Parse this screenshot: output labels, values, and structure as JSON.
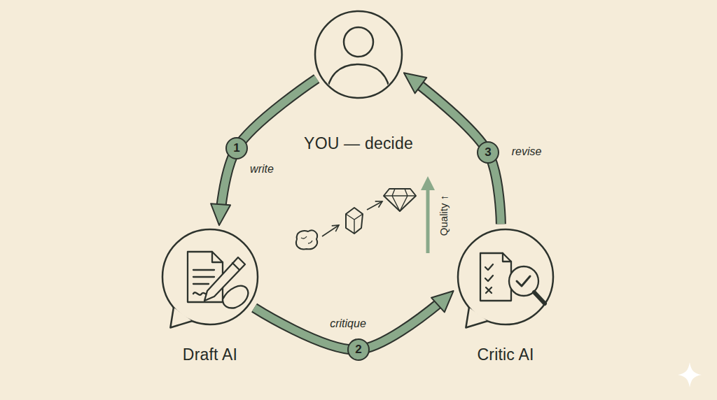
{
  "diagram": {
    "nodes": [
      {
        "text": [
          "YOU — decide"
        ]
      },
      {
        "text": [
          "Draft AI"
        ]
      },
      {
        "text": [
          "Critic AI"
        ]
      }
    ],
    "edges": [
      {
        "from": 0,
        "to": 1,
        "arrow": "to",
        "label": "write"
      },
      {
        "from": 1,
        "to": 2,
        "arrow": "to",
        "label": "critique"
      },
      {
        "from": 2,
        "to": 0,
        "arrow": "to",
        "label": "revise"
      }
    ],
    "labels": [
      "1",
      "2",
      "3",
      "Quality ↑"
    ]
  }
}
